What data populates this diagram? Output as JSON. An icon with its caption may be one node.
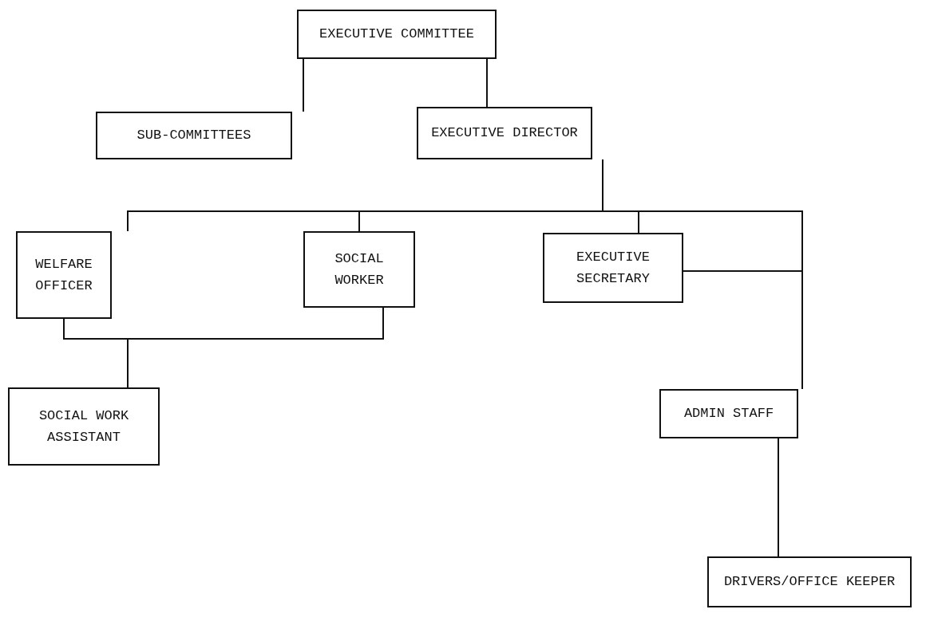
{
  "diagram": {
    "nodes": [
      {
        "text": [
          "EXECUTIVE COMMITTEE"
        ]
      },
      {
        "text": [
          "SUB-COMMITTEES"
        ]
      },
      {
        "text": [
          "EXECUTIVE DIRECTOR"
        ]
      },
      {
        "text": [
          "WELFARE OFFICER"
        ]
      },
      {
        "text": [
          "SOCIAL WORKER"
        ]
      },
      {
        "text": [
          "EXECUTIVE SECRETARY"
        ]
      },
      {
        "text": [
          "SOCIAL WORK ASSISTANT"
        ]
      },
      {
        "text": [
          "ADMIN STAFF"
        ]
      },
      {
        "text": [
          "DRIVERS/OFFICE KEEPER"
        ]
      }
    ],
    "edges": [
      {
        "from": 0,
        "to": 1,
        "arrow": "none"
      },
      {
        "from": 0,
        "to": 2,
        "arrow": "none"
      },
      {
        "from": 2,
        "to": 3,
        "arrow": "none"
      },
      {
        "from": 2,
        "to": 4,
        "arrow": "none"
      },
      {
        "from": 2,
        "to": 5,
        "arrow": "none"
      },
      {
        "from": 2,
        "to": 7,
        "arrow": "none"
      },
      {
        "from": 5,
        "to": 7,
        "arrow": "none"
      },
      {
        "from": 3,
        "to": 6,
        "arrow": "none"
      },
      {
        "from": 4,
        "to": 6,
        "arrow": "none"
      },
      {
        "from": 7,
        "to": 8,
        "arrow": "none"
      }
    ]
  }
}
